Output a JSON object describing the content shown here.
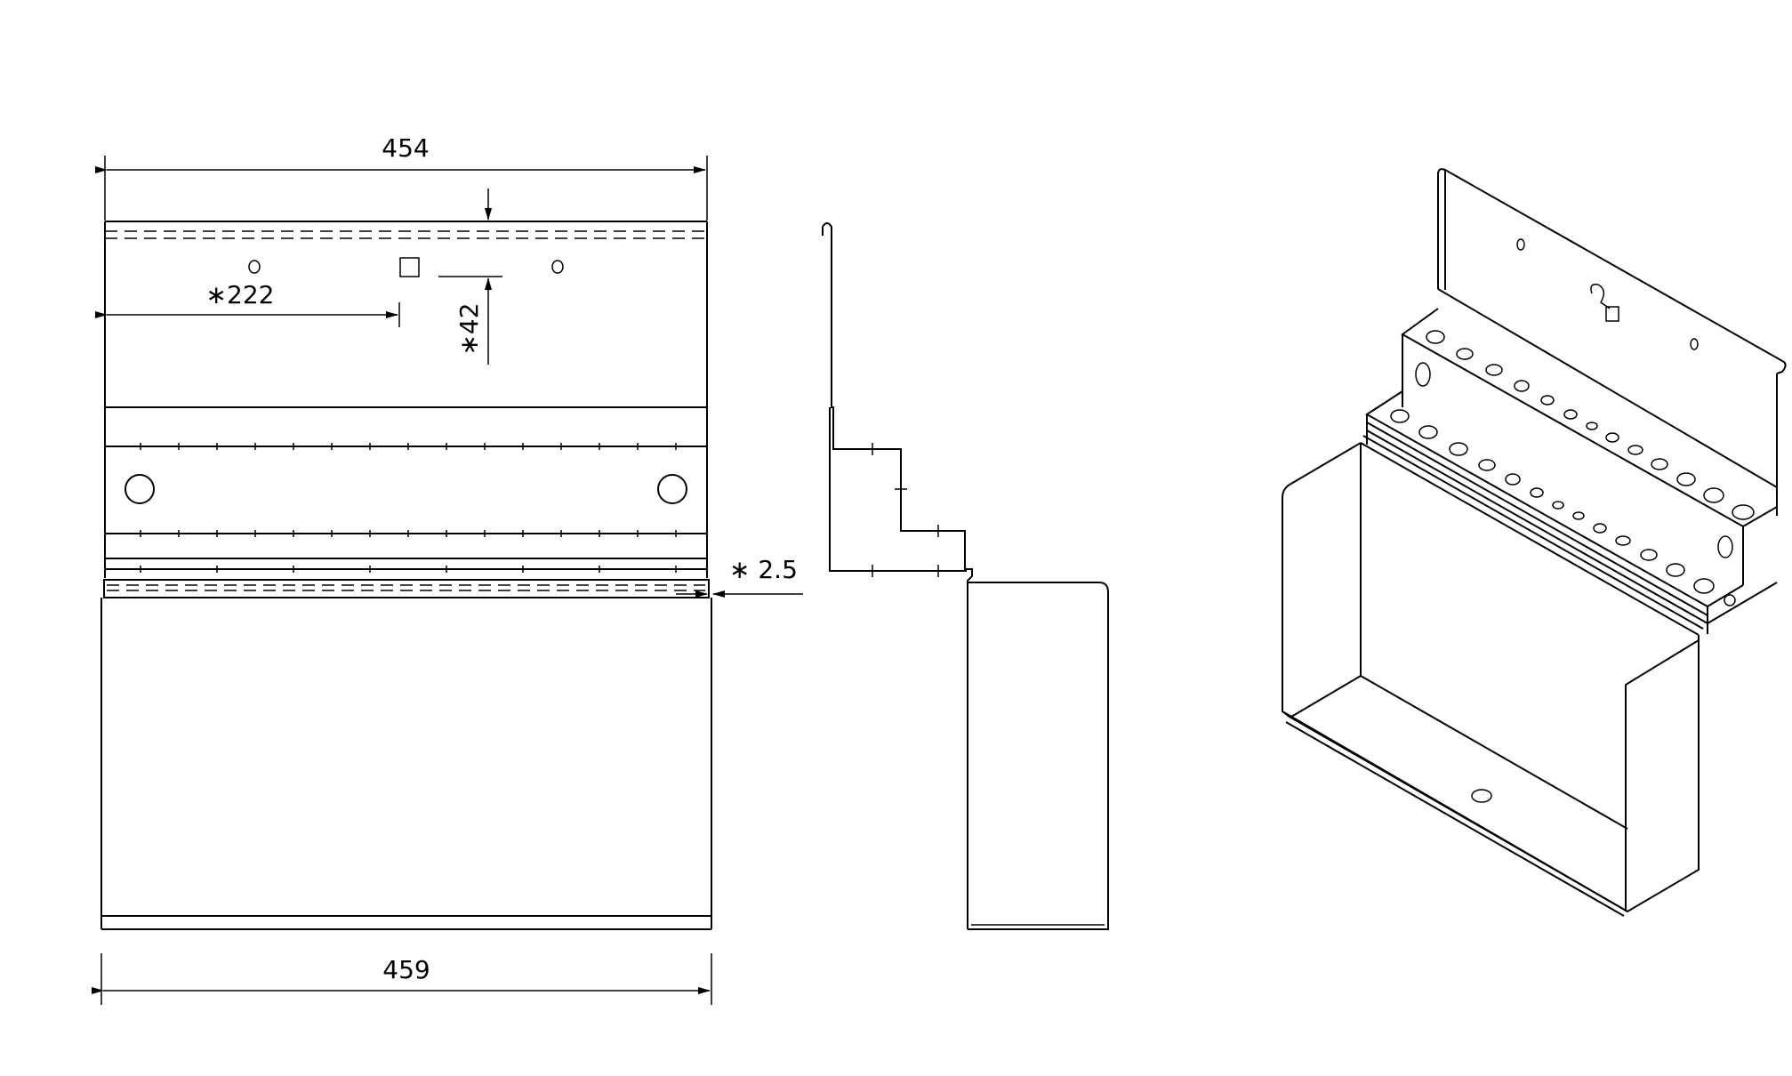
{
  "dimensions": {
    "top_width": "454",
    "bottom_width": "459",
    "hole_offset": "∗222",
    "hole_height": "∗42",
    "thickness": "∗ 2.5"
  }
}
